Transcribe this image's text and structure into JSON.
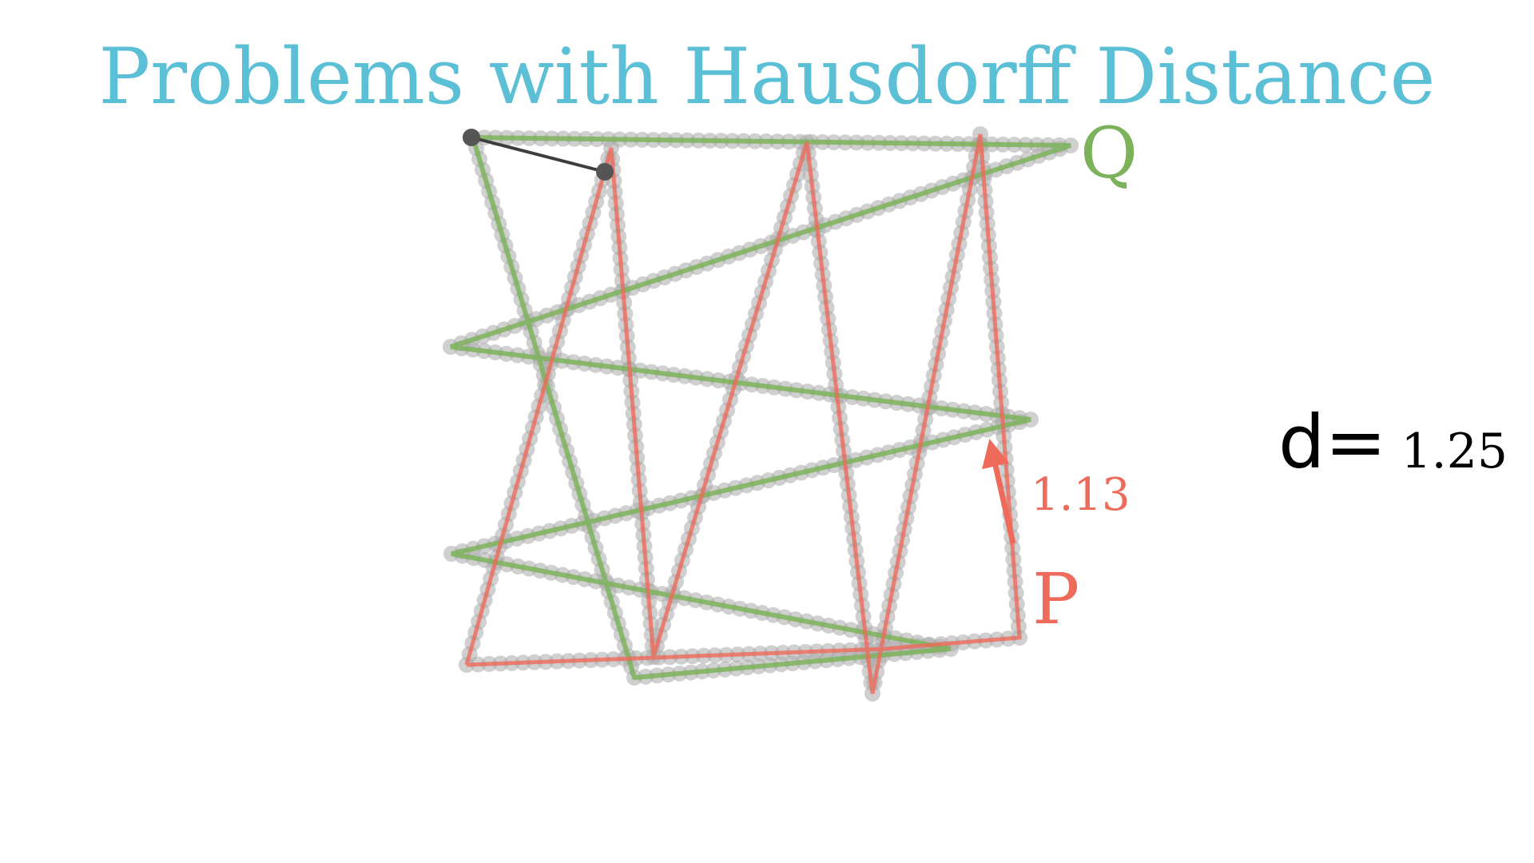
{
  "title": "Problems with Hausdorff Distance",
  "curves": {
    "Q": {
      "label": "Q",
      "color": "#7cb35a"
    },
    "P": {
      "label": "P",
      "color": "#ee6a5a"
    }
  },
  "distance_annotation": {
    "value": "1.13",
    "color": "#ee6a5a"
  },
  "readout": {
    "prefix": "d=",
    "value": "1.25"
  },
  "colors": {
    "title": "#5bbfd6",
    "sample_points": "#a9a9a9",
    "connector": "#3d3d3d"
  }
}
